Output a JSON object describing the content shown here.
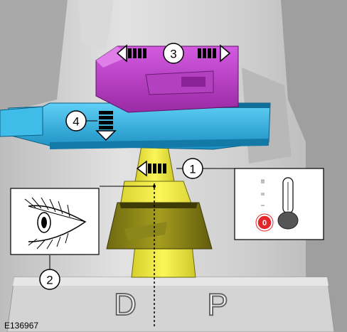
{
  "diagram": {
    "figure_id": "E136967",
    "callouts": [
      "1",
      "2",
      "3",
      "4"
    ],
    "gear_labels": [
      "D",
      "P"
    ],
    "key_inset": {
      "positions": [
        "III",
        "II",
        "I",
        "0"
      ],
      "highlighted": "0",
      "highlight_color": "#e3262b"
    },
    "colors": {
      "lever_base": "#f3ee3c",
      "lever_dark": "#b7b021",
      "shift_housing": "#2ab1e3",
      "release_button": "#c63ad0",
      "background_gray": "#c9c9c9"
    },
    "icons": [
      "eye-icon",
      "double-arrow-left-right-icon",
      "arrow-down-icon",
      "arrow-left-icon",
      "ignition-key-icon"
    ]
  }
}
